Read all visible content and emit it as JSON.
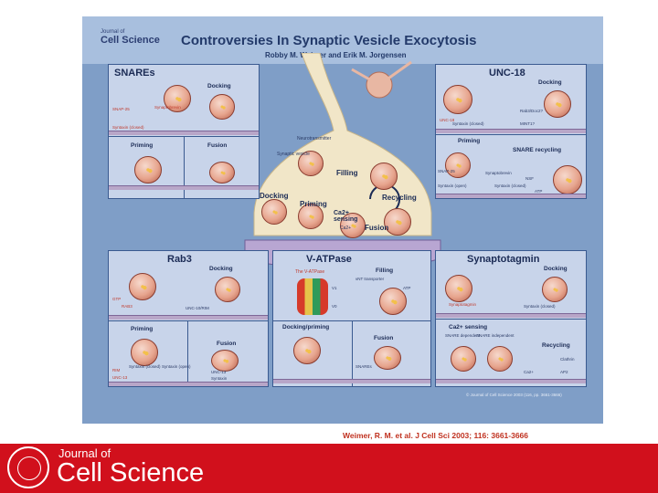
{
  "poster": {
    "journal_small": "Journal of",
    "journal": "Cell Science",
    "title": "Controversies In Synaptic Vesicle Exocytosis",
    "authors": "Robby M. Weimer and Erik M. Jorgensen",
    "center": {
      "neurotransmitter": "Neurotransmitter",
      "synaptic_vesicle": "Synaptic vesicle",
      "filling": "Filling",
      "docking": "Docking",
      "priming": "Priming",
      "recycling": "Recycling",
      "ca_sensing": "Ca2+ sensing",
      "fusion": "Fusion",
      "ca": "Ca2+"
    },
    "snares": {
      "title": "SNAREs",
      "docking": "Docking",
      "priming": "Priming",
      "fusion": "Fusion",
      "snap25": "SNAP-25",
      "synaptobrevin": "Synaptobrevin",
      "syntaxin": "Syntaxin (closed)"
    },
    "unc18": {
      "title": "UNC-18",
      "docking": "Docking",
      "priming": "Priming",
      "snare_recycling": "SNARE recycling",
      "rab": "Rab3/Doc2?",
      "mint": "MINT1?",
      "unc18": "UNC-18",
      "syntaxin_closed": "Syntaxin (closed)",
      "snap25": "SNAP-25",
      "synaptobrevin": "Synaptobrevin",
      "syntaxin_open": "Syntaxin (open)",
      "syntaxin_closed2": "Syntaxin (closed)",
      "nsf": "NSF",
      "atp": "ATP"
    },
    "rab3": {
      "title": "Rab3",
      "docking": "Docking",
      "priming": "Priming",
      "fusion": "Fusion",
      "gtp": "GTP",
      "rab3": "RAB3",
      "unc10": "UNC-10/RIM",
      "rim": "RIM",
      "syntaxin_closed": "Syntaxin (closed)",
      "syntaxin_open": "Syntaxin (open)",
      "unc13": "UNC-13",
      "unc13_b": "UNC-13",
      "syntaxin_b": "Syntaxin"
    },
    "vatpase": {
      "title": "V-ATPase",
      "sub": "The V-ATPase",
      "filling": "Filling",
      "transporter": "vNT transporter",
      "atp": "ATP",
      "v1": "V1",
      "v0": "V0",
      "h": "H+",
      "docking_priming": "Docking/priming",
      "fusion": "Fusion",
      "snares": "SNAREs"
    },
    "synaptotagmin": {
      "title": "Synaptotagmin",
      "docking": "Docking",
      "synaptotagmin": "Synaptotagmin",
      "syntaxin_closed": "Syntaxin (closed)",
      "ca_sensing": "Ca2+ sensing",
      "snare_dependent": "SNARE dependent",
      "snare_independent": "SNARE independent",
      "recycling": "Recycling",
      "clathrin": "Clathrin",
      "ap2": "AP2",
      "ca": "Ca2+"
    },
    "copyright": "© Journal of Cell Science 2003 (116, pp. 3661-3666)"
  },
  "footer": {
    "citation": "Weimer, R. M. et al. J Cell Sci 2003; 116: 3661-3666",
    "journal_of": "Journal of",
    "cell_science": "Cell Science"
  },
  "colors": {
    "poster_bg": "#7f9ec7",
    "panel_bg": "#c8d4ea",
    "footer_red": "#d1101c",
    "citation_red": "#c0311f"
  }
}
